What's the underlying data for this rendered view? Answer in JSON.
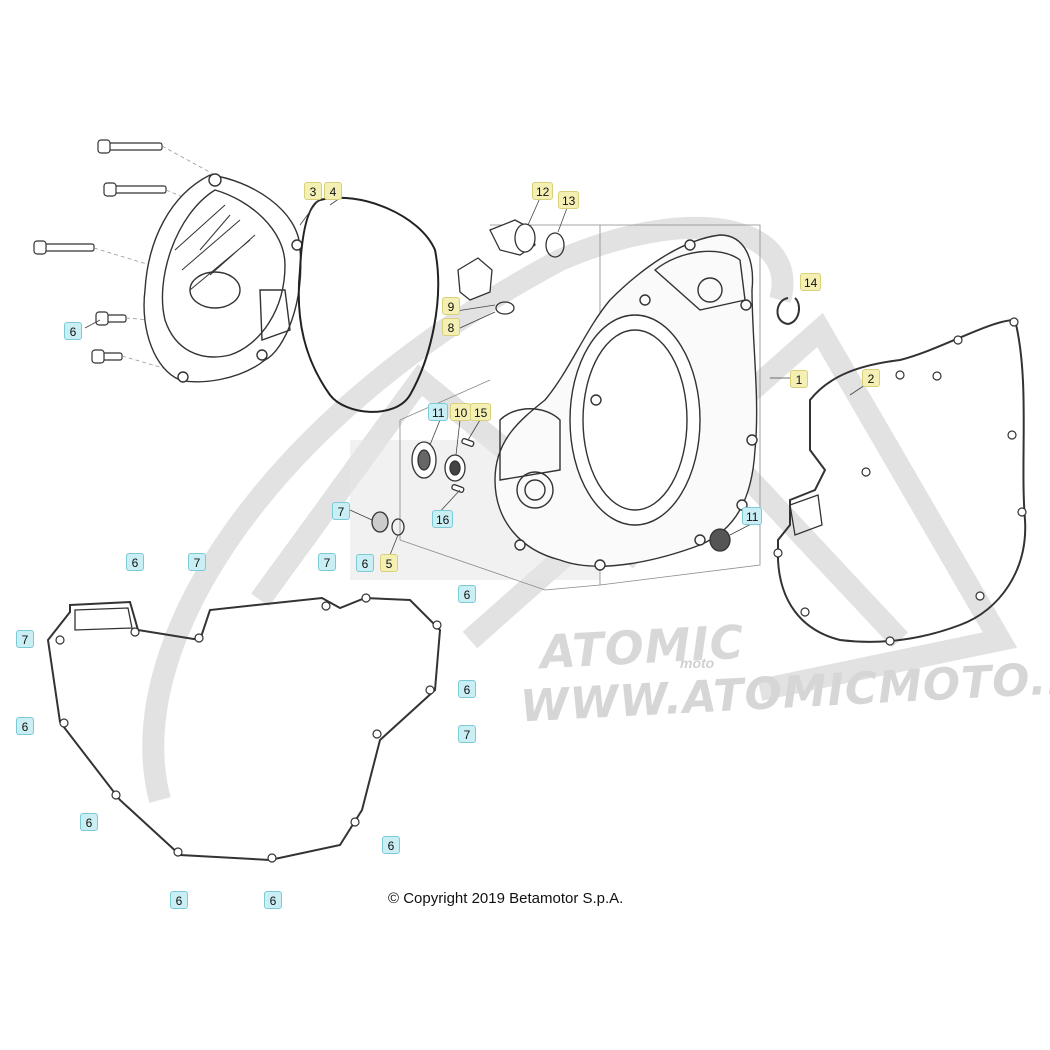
{
  "copyright": "© Copyright 2019 Betamotor S.p.A.",
  "watermark": {
    "brand": "ATOMIC",
    "sub": "moto",
    "url": "WWW.ATOMICMOTO.FR"
  },
  "colors": {
    "line": "#333333",
    "label_yellow": "#f4f0b4",
    "label_cyan": "#c9eef4",
    "watermark": "#d8d8d8"
  },
  "labels": [
    {
      "text": "1",
      "style": "y"
    },
    {
      "text": "2",
      "style": "y"
    },
    {
      "text": "3",
      "style": "y"
    },
    {
      "text": "4",
      "style": "y"
    },
    {
      "text": "5",
      "style": "y"
    },
    {
      "text": "6",
      "style": "c"
    },
    {
      "text": "6",
      "style": "c"
    },
    {
      "text": "6",
      "style": "c"
    },
    {
      "text": "6",
      "style": "c"
    },
    {
      "text": "6",
      "style": "c"
    },
    {
      "text": "6",
      "style": "c"
    },
    {
      "text": "6",
      "style": "c"
    },
    {
      "text": "6",
      "style": "c"
    },
    {
      "text": "6",
      "style": "c"
    },
    {
      "text": "6",
      "style": "c"
    },
    {
      "text": "7",
      "style": "c"
    },
    {
      "text": "7",
      "style": "c"
    },
    {
      "text": "7",
      "style": "c"
    },
    {
      "text": "7",
      "style": "c"
    },
    {
      "text": "7",
      "style": "c"
    },
    {
      "text": "8",
      "style": "y"
    },
    {
      "text": "9",
      "style": "y"
    },
    {
      "text": "10",
      "style": "y"
    },
    {
      "text": "11",
      "style": "c"
    },
    {
      "text": "11",
      "style": "c"
    },
    {
      "text": "12",
      "style": "y"
    },
    {
      "text": "13",
      "style": "y"
    },
    {
      "text": "14",
      "style": "y"
    },
    {
      "text": "15",
      "style": "y"
    },
    {
      "text": "16",
      "style": "c"
    },
    {
      "text": "16",
      "style": "c"
    }
  ]
}
